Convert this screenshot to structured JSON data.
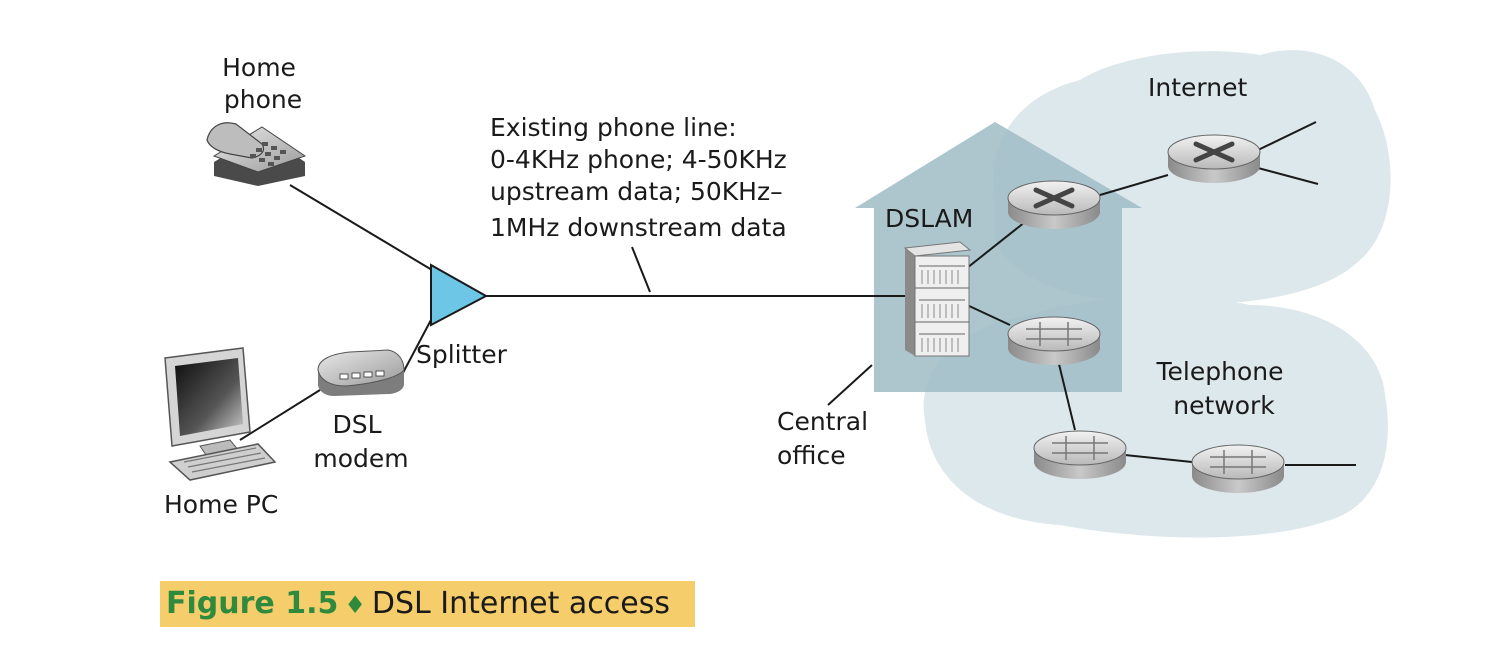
{
  "diagram": {
    "labels": {
      "home_phone": [
        "Home",
        "phone"
      ],
      "line_note": [
        "Existing phone line:",
        "0-4KHz phone; 4-50KHz",
        "upstream data; 50KHz–",
        "1MHz downstream data"
      ],
      "splitter": "Splitter",
      "dsl_modem": [
        "DSL",
        "modem"
      ],
      "home_pc": "Home PC",
      "dslam": "DSLAM",
      "central_office": [
        "Central",
        "office"
      ],
      "internet": "Internet",
      "telephone_network": [
        "Telephone",
        "network"
      ]
    }
  },
  "caption": {
    "figure_label": "Figure 1.5",
    "separator": "♦",
    "title": "DSL Internet access"
  },
  "colors": {
    "splitter_fill": "#6ec6e6",
    "cloud_fill": "#dde8ec",
    "central_office_fill": "#9fbcc5",
    "caption_background": "#f6cd6b",
    "caption_accent": "#2f8a3e"
  }
}
